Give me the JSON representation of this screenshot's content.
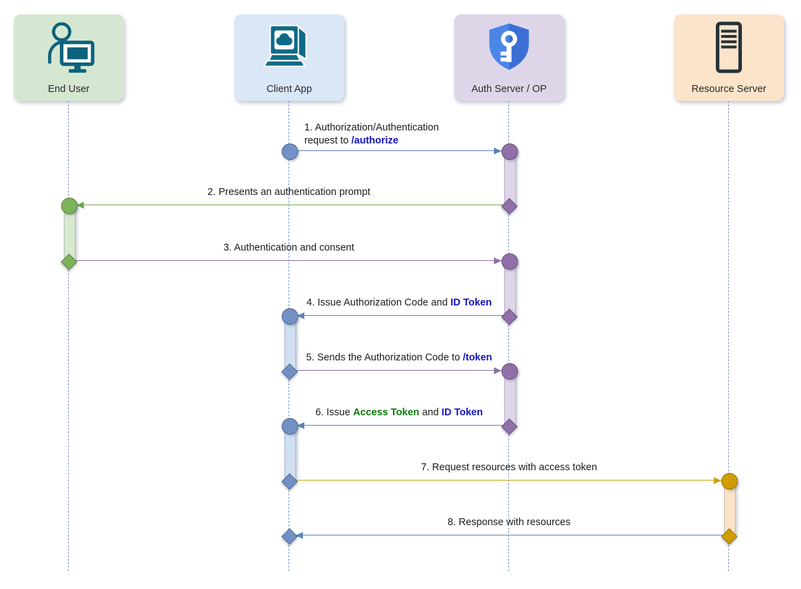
{
  "actors": [
    {
      "label": "End User",
      "icon": "person-computer-icon"
    },
    {
      "label": "Client App",
      "icon": "app-window-icon"
    },
    {
      "label": "Auth Server / OP",
      "icon": "shield-key-icon"
    },
    {
      "label": "Resource Server",
      "icon": "server-icon"
    }
  ],
  "messages": [
    {
      "from": "Client App",
      "to": "Auth Server / OP",
      "line1": "1. Authorization/Authentication",
      "line2_prefix": "request to ",
      "keyword": "/authorize"
    },
    {
      "from": "Auth Server / OP",
      "to": "End User",
      "text": "2. Presents an authentication prompt"
    },
    {
      "from": "End User",
      "to": "Auth Server / OP",
      "text": "3. Authentication and consent"
    },
    {
      "from": "Auth Server / OP",
      "to": "Client App",
      "prefix": "4. Issue Authorization Code and ",
      "keyword": "ID Token"
    },
    {
      "from": "Client App",
      "to": "Auth Server / OP",
      "prefix": "5. Sends the Authorization Code to ",
      "keyword": "/token"
    },
    {
      "from": "Auth Server / OP",
      "to": "Client App",
      "prefix": "6. Issue ",
      "keyword_green": "Access Token",
      "mid": " and ",
      "keyword_blue": "ID Token"
    },
    {
      "from": "Client App",
      "to": "Resource Server",
      "text": "7. Request resources with access token"
    },
    {
      "from": "Resource Server",
      "to": "Client App",
      "text": "8. Response with resources"
    }
  ],
  "colors": {
    "actor-enduser-bg": "#d5e7d0",
    "actor-client-bg": "#dae7f6",
    "actor-auth-bg": "#ded6e8",
    "actor-resource-bg": "#fbe4ca",
    "icon-teal": "#0d627d",
    "icon-client-teal": "#0e6a86",
    "shield-blue": "#4a86e8",
    "shield-blue-dark": "#3b6fd6",
    "server-dark": "#263238",
    "lifeline": "#7b91c9",
    "line-blue": "#5b84bb",
    "line-green": "#6aa84f",
    "line-purple": "#8e6fa8",
    "line-gold": "#cfa00a",
    "node-blue": "#7191c4",
    "node-green": "#7cb25a",
    "node-purple": "#916fa8",
    "node-gold": "#d09d04",
    "act-blue": "#d0dff2",
    "act-green": "#d9e9cf",
    "act-purple": "#ded5e8",
    "act-orange": "#f9e3c6",
    "kw-blue": "#1414be",
    "kw-green": "#0e7a0e",
    "text": "#1b1b1b",
    "label-text": "#2b2b2b"
  }
}
